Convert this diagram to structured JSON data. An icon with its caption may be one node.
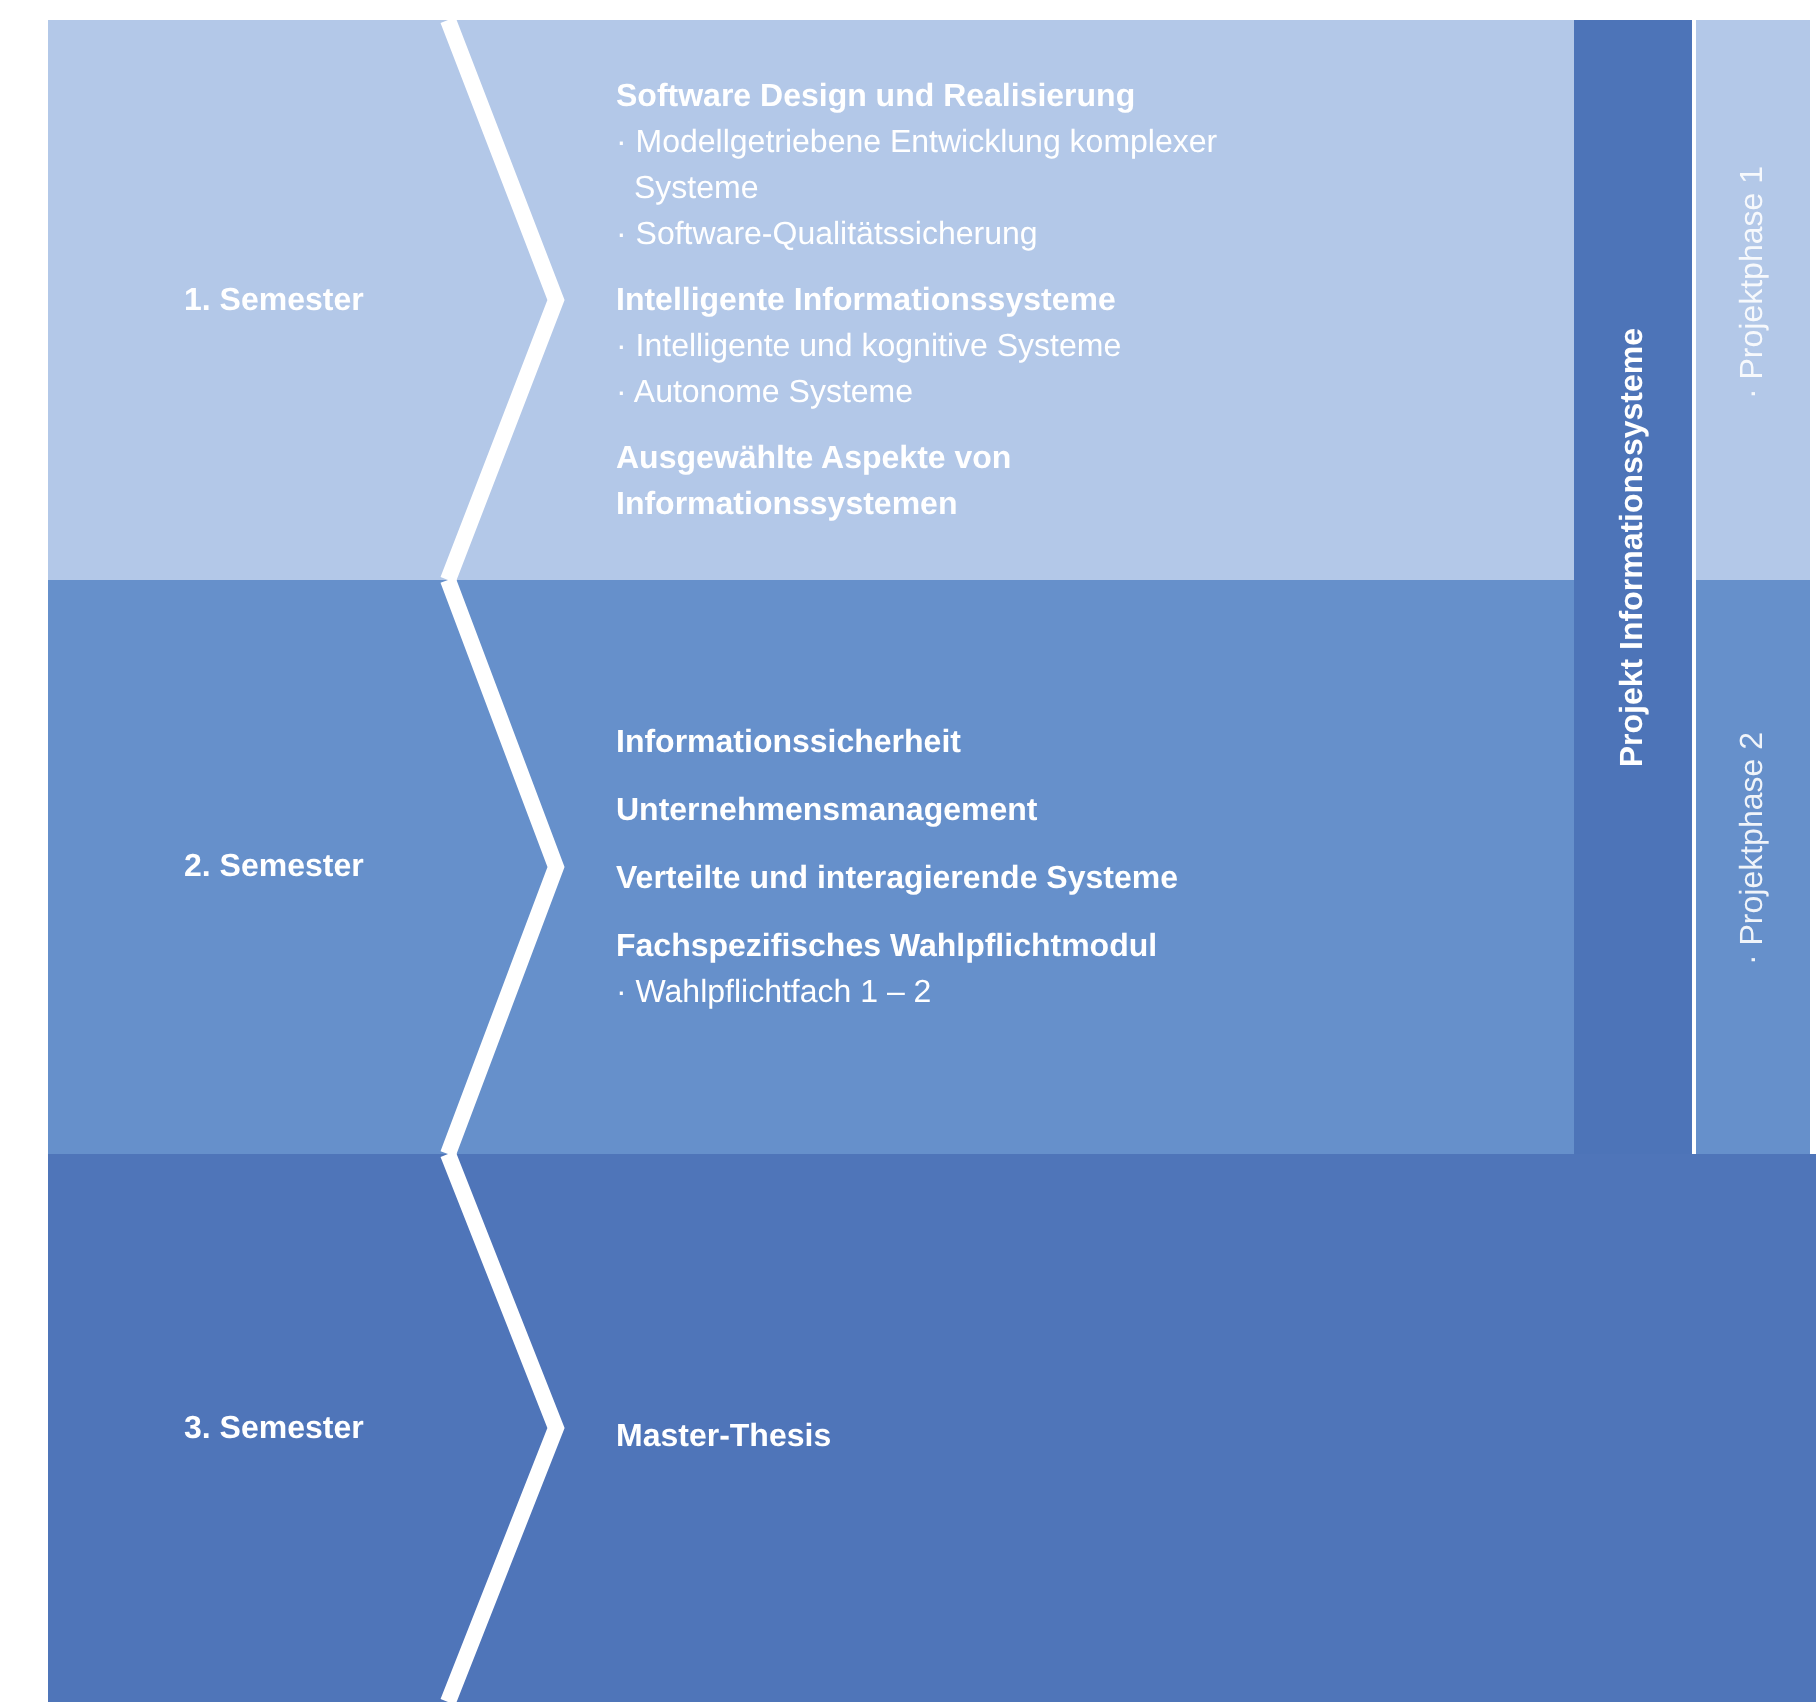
{
  "diagram": {
    "nodes": [
      {
        "text": [
          "1. Semester"
        ]
      },
      {
        "text": [],
        "shape": "box"
      },
      {
        "text": [
          "Software Design und Realisierung",
          "· Modellgetriebene Entwicklung komplexer Systeme",
          "· Software-Qualitätssicherung"
        ],
        "in": 1
      },
      {
        "text": [
          "Intelligente Informationssysteme",
          "· Intelligente und kognitive Systeme",
          "· Autonome Systeme"
        ],
        "in": 1
      },
      {
        "text": [
          "Ausgewählte Aspekte von Informationssystemen"
        ],
        "in": 1
      },
      {
        "text": [
          "2. Semester"
        ]
      },
      {
        "text": [],
        "shape": "box"
      },
      {
        "text": [
          "Informationssicherheit"
        ],
        "in": 6
      },
      {
        "text": [
          "Unternehmensmanagement"
        ],
        "in": 6
      },
      {
        "text": [
          "Verteilte und interagierende Systeme"
        ],
        "in": 6
      },
      {
        "text": [
          "Fachspezifisches Wahlpflichtmodul",
          "· Wahlpflichtfach 1 – 2"
        ],
        "in": 6
      },
      {
        "text": [
          "3. Semester"
        ]
      },
      {
        "text": [],
        "shape": "box"
      },
      {
        "text": [
          "Master-Thesis"
        ],
        "in": 12
      },
      {
        "text": [
          "Projekt Informationssysteme"
        ]
      },
      {
        "text": [
          "· Projektphase 1"
        ]
      },
      {
        "text": [
          "· Projektphase 2"
        ]
      }
    ]
  }
}
